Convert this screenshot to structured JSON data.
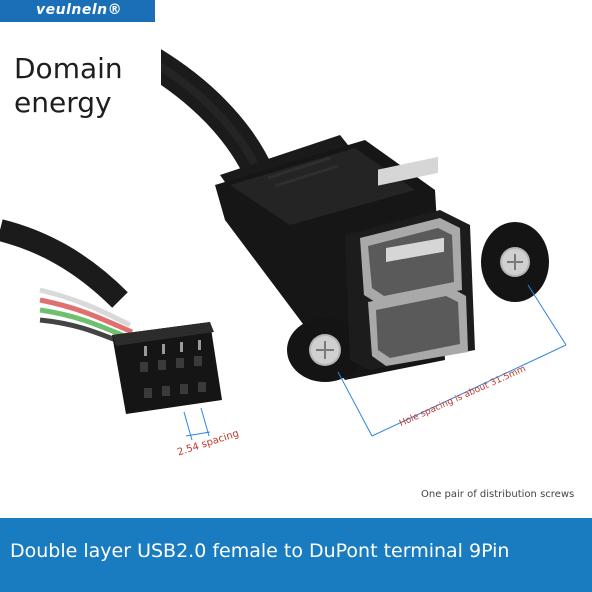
{
  "brand": {
    "logo_text": "veulneln®",
    "label": "Domain energy"
  },
  "annotations": {
    "pin_spacing": "2.54 spacing",
    "hole_spacing": "Hole spacing is about 31.5mm",
    "screws_note": "One pair of distribution screws"
  },
  "caption": {
    "text": "Double layer USB2.0 female to DuPont terminal 9Pin"
  },
  "colors": {
    "brand_blue": "#1a6fb7",
    "caption_blue": "#1a7cc0",
    "annotation_red": "#c0392b",
    "dimension_line": "#2e86de"
  }
}
